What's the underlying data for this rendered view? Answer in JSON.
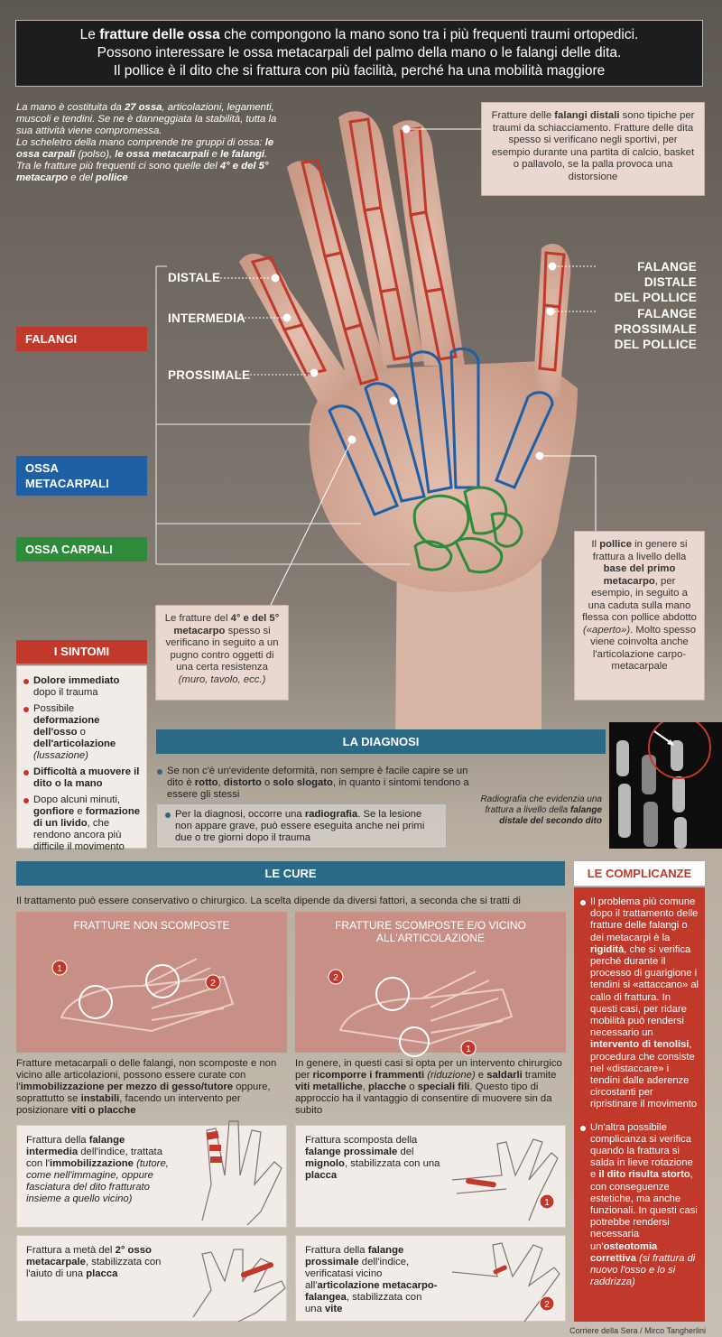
{
  "header": {
    "line1_pre": "Le ",
    "line1_bold": "fratture delle ossa",
    "line1_post": " che compongono la mano sono tra i più frequenti traumi ortopedici.",
    "line2": "Possono interessare le ossa metacarpali del palmo della mano o le falangi delle dita.",
    "line3": "Il pollice è il dito che si frattura con più facilità, perché ha una mobilità maggiore"
  },
  "intro": {
    "p1_a": "La mano è costituita da ",
    "p1_b": "27 ossa",
    "p1_c": ", articolazioni, legamenti, muscoli e tendini. Se ne è danneggiata la stabilità, tutta la sua attività viene compromessa.",
    "p2_a": "Lo scheletro della mano comprende tre gruppi di ossa: ",
    "p2_b": "le ossa carpali",
    "p2_c": " (polso), ",
    "p2_d": "le ossa metacarpali",
    "p2_e": " e ",
    "p2_f": "le falangi",
    "p2_g": ".",
    "p3_a": "Tra le fratture più frequenti ci sono quelle del ",
    "p3_b": "4° e del 5° metacarpo",
    "p3_c": " e del ",
    "p3_d": "pollice"
  },
  "box_distal": {
    "a": "Fratture delle ",
    "b": "falangi distali",
    "c": " sono tipiche per traumi da schiacciamento. Fratture delle dita spesso si verificano negli sportivi, per esempio durante una partita di calcio, basket o pallavolo, se la palla provoca una distorsione"
  },
  "labels": {
    "distale": "DISTALE",
    "intermedia": "INTERMEDIA",
    "prossimale": "PROSSIMALE",
    "falange_distale_pollice_1": "FALANGE DISTALE",
    "falange_distale_pollice_2": "DEL POLLICE",
    "falange_prossimale_pollice_1": "FALANGE",
    "falange_prossimale_pollice_2": "PROSSIMALE",
    "falange_prossimale_pollice_3": "DEL POLLICE"
  },
  "bands": {
    "falangi": "FALANGI",
    "ossa_metacarpali_1": "OSSA",
    "ossa_metacarpali_2": "METACARPALI",
    "ossa_carpali": "OSSA CARPALI"
  },
  "colors": {
    "falangi": "#c0392b",
    "metacarpali": "#1f5fa5",
    "carpali": "#2e8b3a",
    "teal": "#2b6a86"
  },
  "box_pollice": {
    "a": "Il ",
    "b": "pollice",
    "c": " in genere si frattura a livello della ",
    "d": "base del primo metacarpo",
    "e": ", per esempio, in seguito a una caduta sulla mano flessa con pollice abdotto ",
    "f": "(«aperto»)",
    "g": ". Molto spesso viene coinvolta anche l'articolazione carpo-metacarpale"
  },
  "box_metacarpo": {
    "a": "Le fratture del ",
    "b": "4° e del 5° metacarpo",
    "c": " spesso si verificano in seguito a un pugno contro oggetti di una certa resistenza ",
    "d": "(muro, tavolo, ecc.)"
  },
  "sintomi": {
    "title": "I SINTOMI",
    "items": [
      {
        "b": "Dolore immediato",
        "t": " dopo il trauma"
      },
      {
        "t0": "Possibile ",
        "b": "deformazione dell'osso",
        "t": " o ",
        "b2": "dell'articolazione",
        "i": " (lussazione)"
      },
      {
        "b": "Difficoltà a muovere il dito o la mano",
        "t": ""
      },
      {
        "t0": "Dopo alcuni minuti, ",
        "b": "gonfiore",
        "t": " e ",
        "b2": "formazione di un livido",
        "t2": ", che rendono ancora più difficile il movimento"
      }
    ]
  },
  "diagnosi": {
    "title": "LA DIAGNOSI",
    "p1_a": "Se non c'è un'evidente deformità, non sempre è facile capire se un dito è ",
    "p1_b": "rotto",
    "p1_c": ", ",
    "p1_d": "distorto",
    "p1_e": " o ",
    "p1_f": "solo slogato",
    "p1_g": ", in quanto i sintomi tendono a essere gli stessi",
    "p2_a": "Per la diagnosi, occorre una ",
    "p2_b": "radiografia",
    "p2_c": ". Se la lesione non appare grave, può essere eseguita anche nei primi due o tre giorni dopo il trauma",
    "caption_a": "Radiografia che evidenzia una frattura a livello della ",
    "caption_b": "falange distale del secondo dito"
  },
  "cure": {
    "title": "LE CURE",
    "intro": "Il trattamento può essere conservativo o chirurgico. La scelta dipende da diversi fattori, a seconda che si tratti di",
    "left_title": "FRATTURE NON SCOMPOSTE",
    "right_title": "FRATTURE SCOMPOSTE E/O VICINO ALL'ARTICOLAZIONE",
    "left_text_a": "Fratture metacarpali o delle falangi, non scomposte e non vicino alle articolazioni, possono essere curate con l'",
    "left_text_b": "immobilizzazione per mezzo di gesso/tutore",
    "left_text_c": " oppure, soprattutto se ",
    "left_text_d": "instabili",
    "left_text_e": ", facendo un intervento per posizionare ",
    "left_text_f": "viti o placche",
    "right_text_a": "In genere, in questi casi si opta per un intervento chirurgico per ",
    "right_text_b": "ricomporre i frammenti",
    "right_text_c": " (riduzione)",
    "right_text_d": " e ",
    "right_text_e": "saldarli",
    "right_text_f": " tramite ",
    "right_text_g": "viti metalliche",
    "right_text_h": ", ",
    "right_text_i": "placche",
    "right_text_j": " o ",
    "right_text_k": "speciali fili",
    "right_text_l": ". Questo tipo di approccio ha il vantaggio di consentire di muovere sin da subito",
    "num1": "1",
    "num2": "2",
    "c1_a": "Frattura della ",
    "c1_b": "falange intermedia",
    "c1_c": " dell'indice, trattata con l'",
    "c1_d": "immobilizzazione",
    "c1_e": " (tutore, come nell'immagine, oppure fasciatura del dito fratturato insieme a quello vicino)",
    "c2_a": "Frattura a metà del ",
    "c2_b": "2° osso metacarpale",
    "c2_c": ", stabilizzata con l'aiuto di una ",
    "c2_d": "placca",
    "c3_a": "Frattura scomposta della ",
    "c3_b": "falange prossimale",
    "c3_c": " del ",
    "c3_d": "mignolo",
    "c3_e": ", stabilizzata con una ",
    "c3_f": "placca",
    "c4_a": "Frattura della ",
    "c4_b": "falange prossimale",
    "c4_c": " dell'indice, verificatasi vicino all'",
    "c4_d": "articolazione metacarpo-falangea",
    "c4_e": ", stabilizzata con una ",
    "c4_f": "vite"
  },
  "complicanze": {
    "title": "LE COMPLICANZE",
    "p1_a": "Il problema più comune dopo il trattamento delle fratture delle falangi o dei metacarpi è la ",
    "p1_b": "rigidità",
    "p1_c": ", che si verifica perché durante il processo di guarigione i tendini si «attaccano» al callo di frattura. In questi casi, per ridare mobilità può rendersi necessario un ",
    "p1_d": "intervento di tenolisi",
    "p1_e": ", procedura che consiste nel «distaccare» i tendini dalle aderenze circostanti per ripristinare il movimento",
    "p2_a": "Un'altra possibile complicanza si verifica quando la frattura si salda in lieve rotazione e ",
    "p2_b": "il dito risulta storto",
    "p2_c": ", con conseguenze estetiche, ma anche funzionali. In questi casi potrebbe rendersi necessaria un'",
    "p2_d": "osteotomia correttiva",
    "p2_e": " (si frattura di nuovo l'osso e lo si raddrizza)"
  },
  "credit": "Corriere della Sera / Mirco Tangherlini"
}
